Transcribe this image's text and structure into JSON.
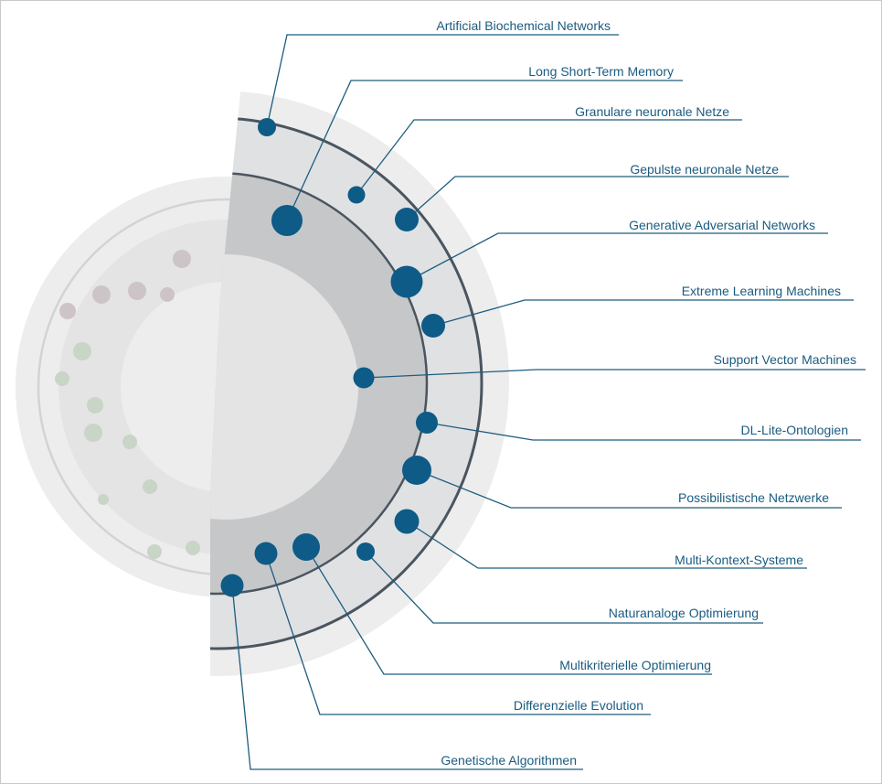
{
  "colors": {
    "accent": "#0d5b86",
    "label_text": "#1a5b80",
    "leader_line": "#1d5d7e",
    "ring_stroke": "#4a5560",
    "faded_rose": "#cdc4c7",
    "faded_green": "#c8d5c7",
    "outer_halo": "#ededed",
    "inner_hub": "#e4e4e4",
    "band_outer": "#e0e1e3",
    "band_inner": "#c6c7c9"
  },
  "labels": [
    {
      "text": "Artificial Biochemical Networks"
    },
    {
      "text": "Long Short-Term Memory"
    },
    {
      "text": "Granulare neuronale Netze"
    },
    {
      "text": "Gepulste neuronale Netze"
    },
    {
      "text": "Generative Adversarial Networks"
    },
    {
      "text": "Extreme Learning Machines"
    },
    {
      "text": "Support Vector Machines"
    },
    {
      "text": "DL-Lite-Ontologien"
    },
    {
      "text": "Possibilistische Netzwerke"
    },
    {
      "text": "Multi-Kontext-Systeme"
    },
    {
      "text": "Naturanaloge Optimierung"
    },
    {
      "text": "Multikriterielle Optimierung"
    },
    {
      "text": "Differenzielle Evolution"
    },
    {
      "text": "Genetische Algorithmen"
    }
  ]
}
